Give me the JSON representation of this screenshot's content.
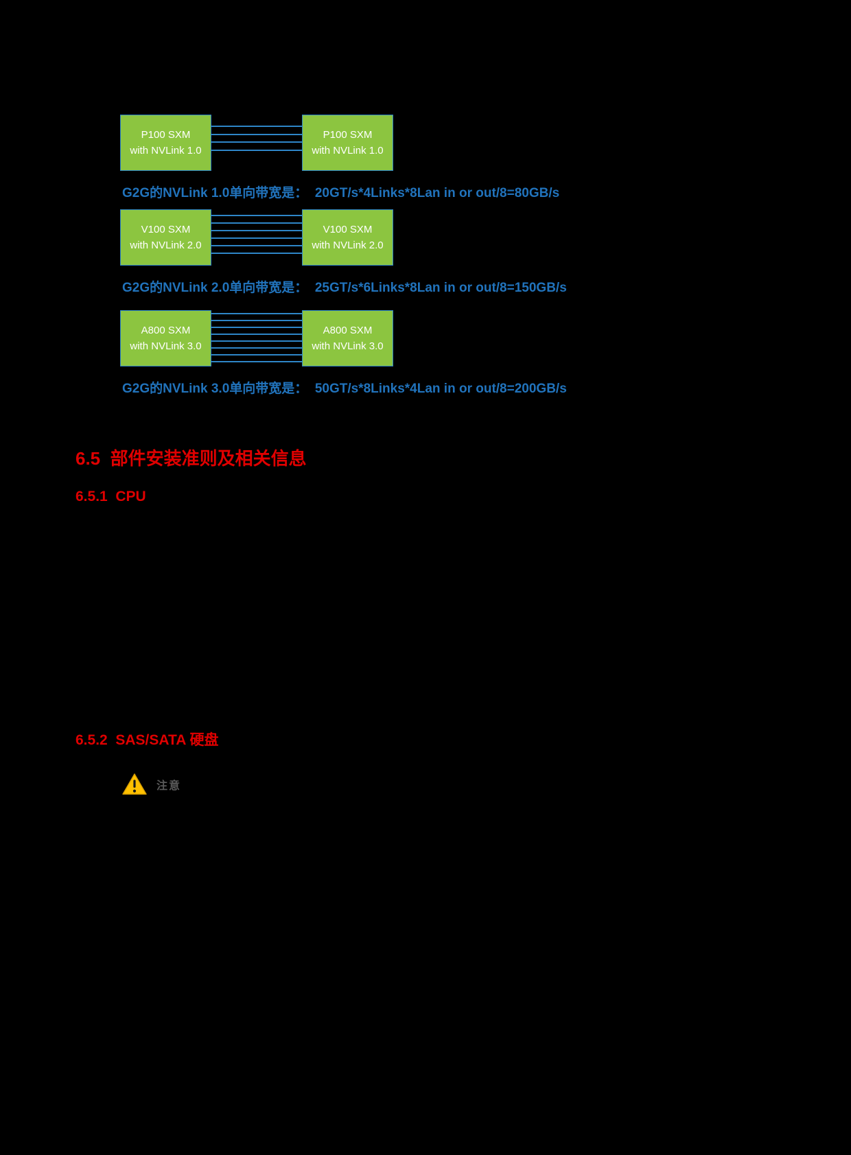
{
  "colors": {
    "box-green": "#8CC540",
    "link-blue": "#2E86C8",
    "caption-blue": "#2173BC",
    "heading-red": "#E00000",
    "warning-yellow": "#FFC000"
  },
  "diagrams": [
    {
      "left_box": {
        "line1": "P100 SXM",
        "line2": "with NVLink 1.0"
      },
      "right_box": {
        "line1": "P100 SXM",
        "line2": "with NVLink 1.0"
      },
      "links": 4,
      "caption": "G2G的NVLink 1.0单向带宽是：  20GT/s*4Links*8Lan in or out/8=80GB/s"
    },
    {
      "left_box": {
        "line1": "V100 SXM",
        "line2": "with NVLink 2.0"
      },
      "right_box": {
        "line1": "V100 SXM",
        "line2": "with NVLink 2.0"
      },
      "links": 6,
      "caption": "G2G的NVLink 2.0单向带宽是：  25GT/s*6Links*8Lan in or out/8=150GB/s"
    },
    {
      "left_box": {
        "line1": "A800 SXM",
        "line2": "with NVLink 3.0"
      },
      "right_box": {
        "line1": "A800 SXM",
        "line2": "with NVLink 3.0"
      },
      "links": 8,
      "caption": "G2G的NVLink 3.0单向带宽是：  50GT/s*8Links*4Lan in or out/8=200GB/s"
    }
  ],
  "headings": {
    "section": "6.5  部件安装准则及相关信息",
    "sub_cpu": "6.5.1  CPU",
    "sub_disk": "6.5.2  SAS/SATA 硬盘"
  },
  "notice": {
    "label": "注意"
  }
}
